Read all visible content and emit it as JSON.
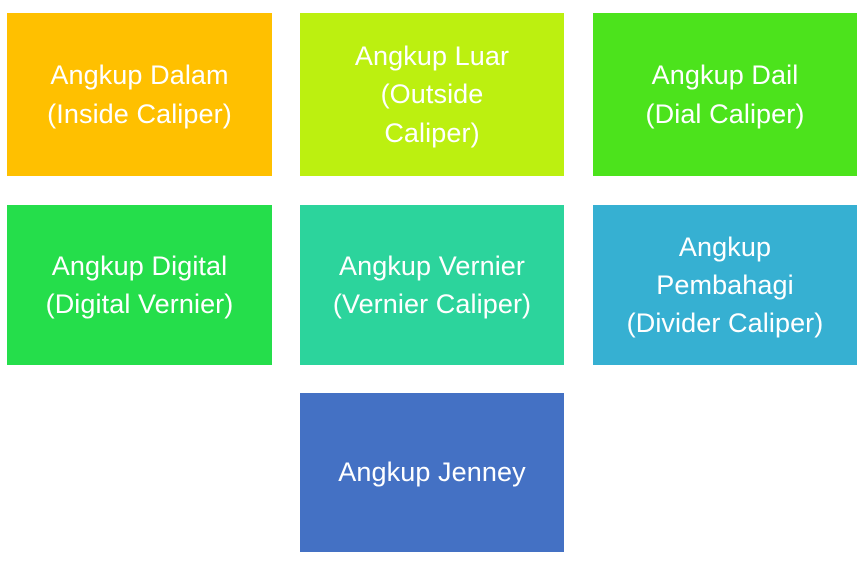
{
  "page": {
    "background_color": "#ffffff",
    "text_color": "#ffffff",
    "columns": 3,
    "rows": 3
  },
  "tiles": [
    {
      "id": "angkup-dalam",
      "label": "Angkup Dalam\n(Inside Caliper)",
      "line1": "Angkup Dalam",
      "line2": "(Inside Caliper)",
      "color": "#FFC000",
      "row": 1,
      "column": 1
    },
    {
      "id": "angkup-luar",
      "label": "Angkup Luar\n(Outside\nCaliper)",
      "line1": "Angkup Luar",
      "line2": "(Outside",
      "line3": "Caliper)",
      "color": "#BCF010",
      "row": 1,
      "column": 2
    },
    {
      "id": "angkup-dail",
      "label": "Angkup Dail\n(Dial Caliper)",
      "line1": "Angkup Dail",
      "line2": "(Dial Caliper)",
      "color": "#4CE31C",
      "row": 1,
      "column": 3
    },
    {
      "id": "angkup-digital",
      "label": "Angkup Digital\n(Digital Vernier)",
      "line1": "Angkup Digital",
      "line2": "(Digital Vernier)",
      "color": "#25DE4B",
      "row": 2,
      "column": 1
    },
    {
      "id": "angkup-vernier",
      "label": "Angkup Vernier\n(Vernier Caliper)",
      "line1": "Angkup Vernier",
      "line2": "(Vernier Caliper)",
      "color": "#2CD49C",
      "row": 2,
      "column": 2
    },
    {
      "id": "angkup-pembahagi",
      "label": "Angkup\nPembahagi\n(Divider Caliper)",
      "line1": "Angkup",
      "line2": "Pembahagi",
      "line3": "(Divider Caliper)",
      "color": "#36B0D2",
      "row": 2,
      "column": 3
    },
    {
      "id": "angkup-jenney",
      "label": "Angkup Jenney",
      "line1": "Angkup Jenney",
      "color": "#4471C4",
      "row": 3,
      "column": 2
    }
  ]
}
